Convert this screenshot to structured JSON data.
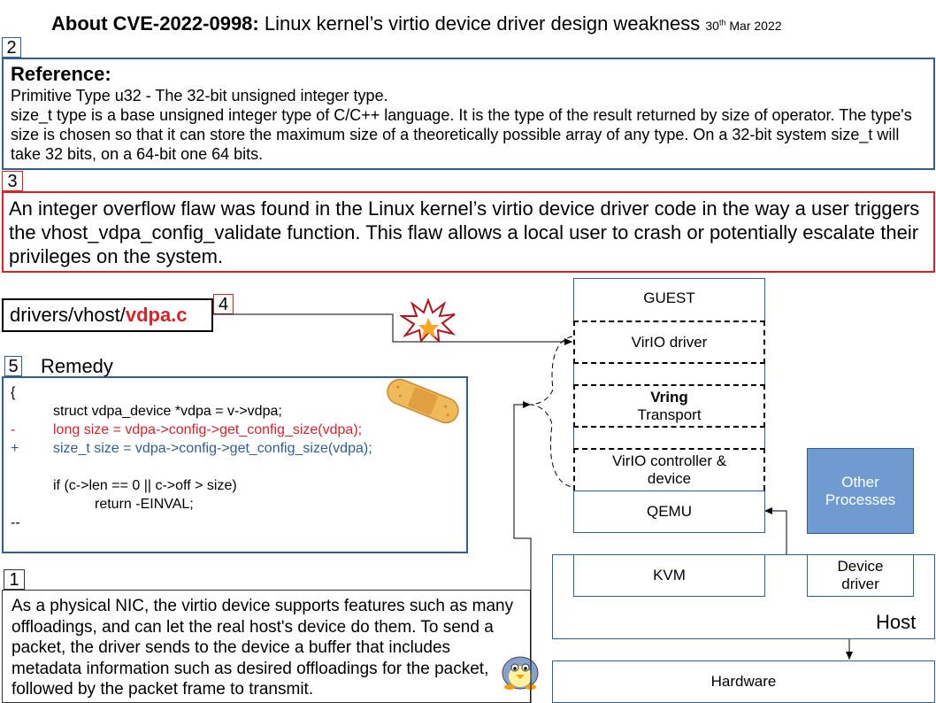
{
  "title": {
    "prefix": "About CVE-2022-0998:",
    "main": "Linux kernel’s virtio device driver design weakness",
    "date_day": "30",
    "date_suffix": "th",
    "date_rest": "Mar 2022"
  },
  "labels": {
    "n1": "1",
    "n2": "2",
    "n3": "3",
    "n4": "4",
    "n5": "5"
  },
  "reference": {
    "heading": "Reference:",
    "line1": "Primitive Type u32 - The 32-bit unsigned integer type.",
    "line2": "size_t type is a base unsigned integer type of C/C++ language. It is the type of the result returned by size of operator. The type's size is chosen so that it can store the maximum size of a theoretically possible array of any type. On a 32-bit system size_t will take 32 bits, on a 64-bit one 64 bits."
  },
  "overflow_text": "An integer overflow flaw was found in the Linux kernel’s virtio device driver code in the way a user triggers the vhost_vdpa_config_validate function. This flaw allows a local user to crash or potentially escalate their privileges on the system.",
  "file": {
    "path": "drivers/vhost/",
    "name": "vdpa.c"
  },
  "remedy": {
    "title": "Remedy",
    "open": "{",
    "l1": "struct vdpa_device *vdpa = v->vdpa;",
    "minus": "-",
    "l2": "long size = vdpa->config->get_config_size(vdpa);",
    "plus": "+",
    "l3": "size_t size = vdpa->config->get_config_size(vdpa);",
    "l4": "if (c->len == 0 || c->off > size)",
    "l5": "return -EINVAL;",
    "close": "--"
  },
  "nic_text": "As a physical NIC, the virtio device supports features such as many offloadings, and can let the real host's device do them. To send a packet, the driver sends to the device a buffer that includes metadata information such as desired offloadings for the packet, followed by the packet frame to transmit.",
  "arch": {
    "guest": "GUEST",
    "virtio_driver": "VirIO driver",
    "vring": "Vring",
    "transport": "Transport",
    "controller": "VirIO controller & device",
    "qemu": "QEMU",
    "other": "Other Processes",
    "kvm": "KVM",
    "device_driver": "Device driver",
    "host": "Host",
    "hardware": "Hardware"
  },
  "colors": {
    "red": "#d9232a",
    "blue": "#2e5f8e",
    "other_fill": "#6f9bd1"
  }
}
